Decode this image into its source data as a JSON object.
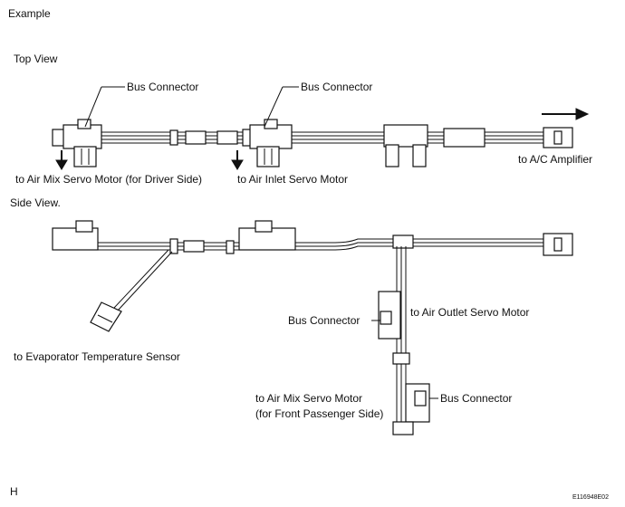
{
  "labels": {
    "example": "Example",
    "top_view": "Top View",
    "side_view": "Side View.",
    "bus_connector_1": "Bus Connector",
    "bus_connector_2": "Bus Connector",
    "air_mix_driver": "to Air Mix Servo Motor (for Driver Side)",
    "air_inlet": "to Air Inlet Servo Motor",
    "ac_amplifier": "to A/C Amplifier",
    "bus_connector_3": "Bus Connector",
    "air_outlet": "to Air Outlet Servo Motor",
    "evap_sensor": "to Evaporator Temperature Sensor",
    "air_mix_passenger_1": "to Air Mix Servo Motor",
    "air_mix_passenger_2": "(for Front Passenger Side)",
    "bus_connector_4": "Bus Connector",
    "corner_h": "H",
    "figure_code": "E116948E02"
  }
}
